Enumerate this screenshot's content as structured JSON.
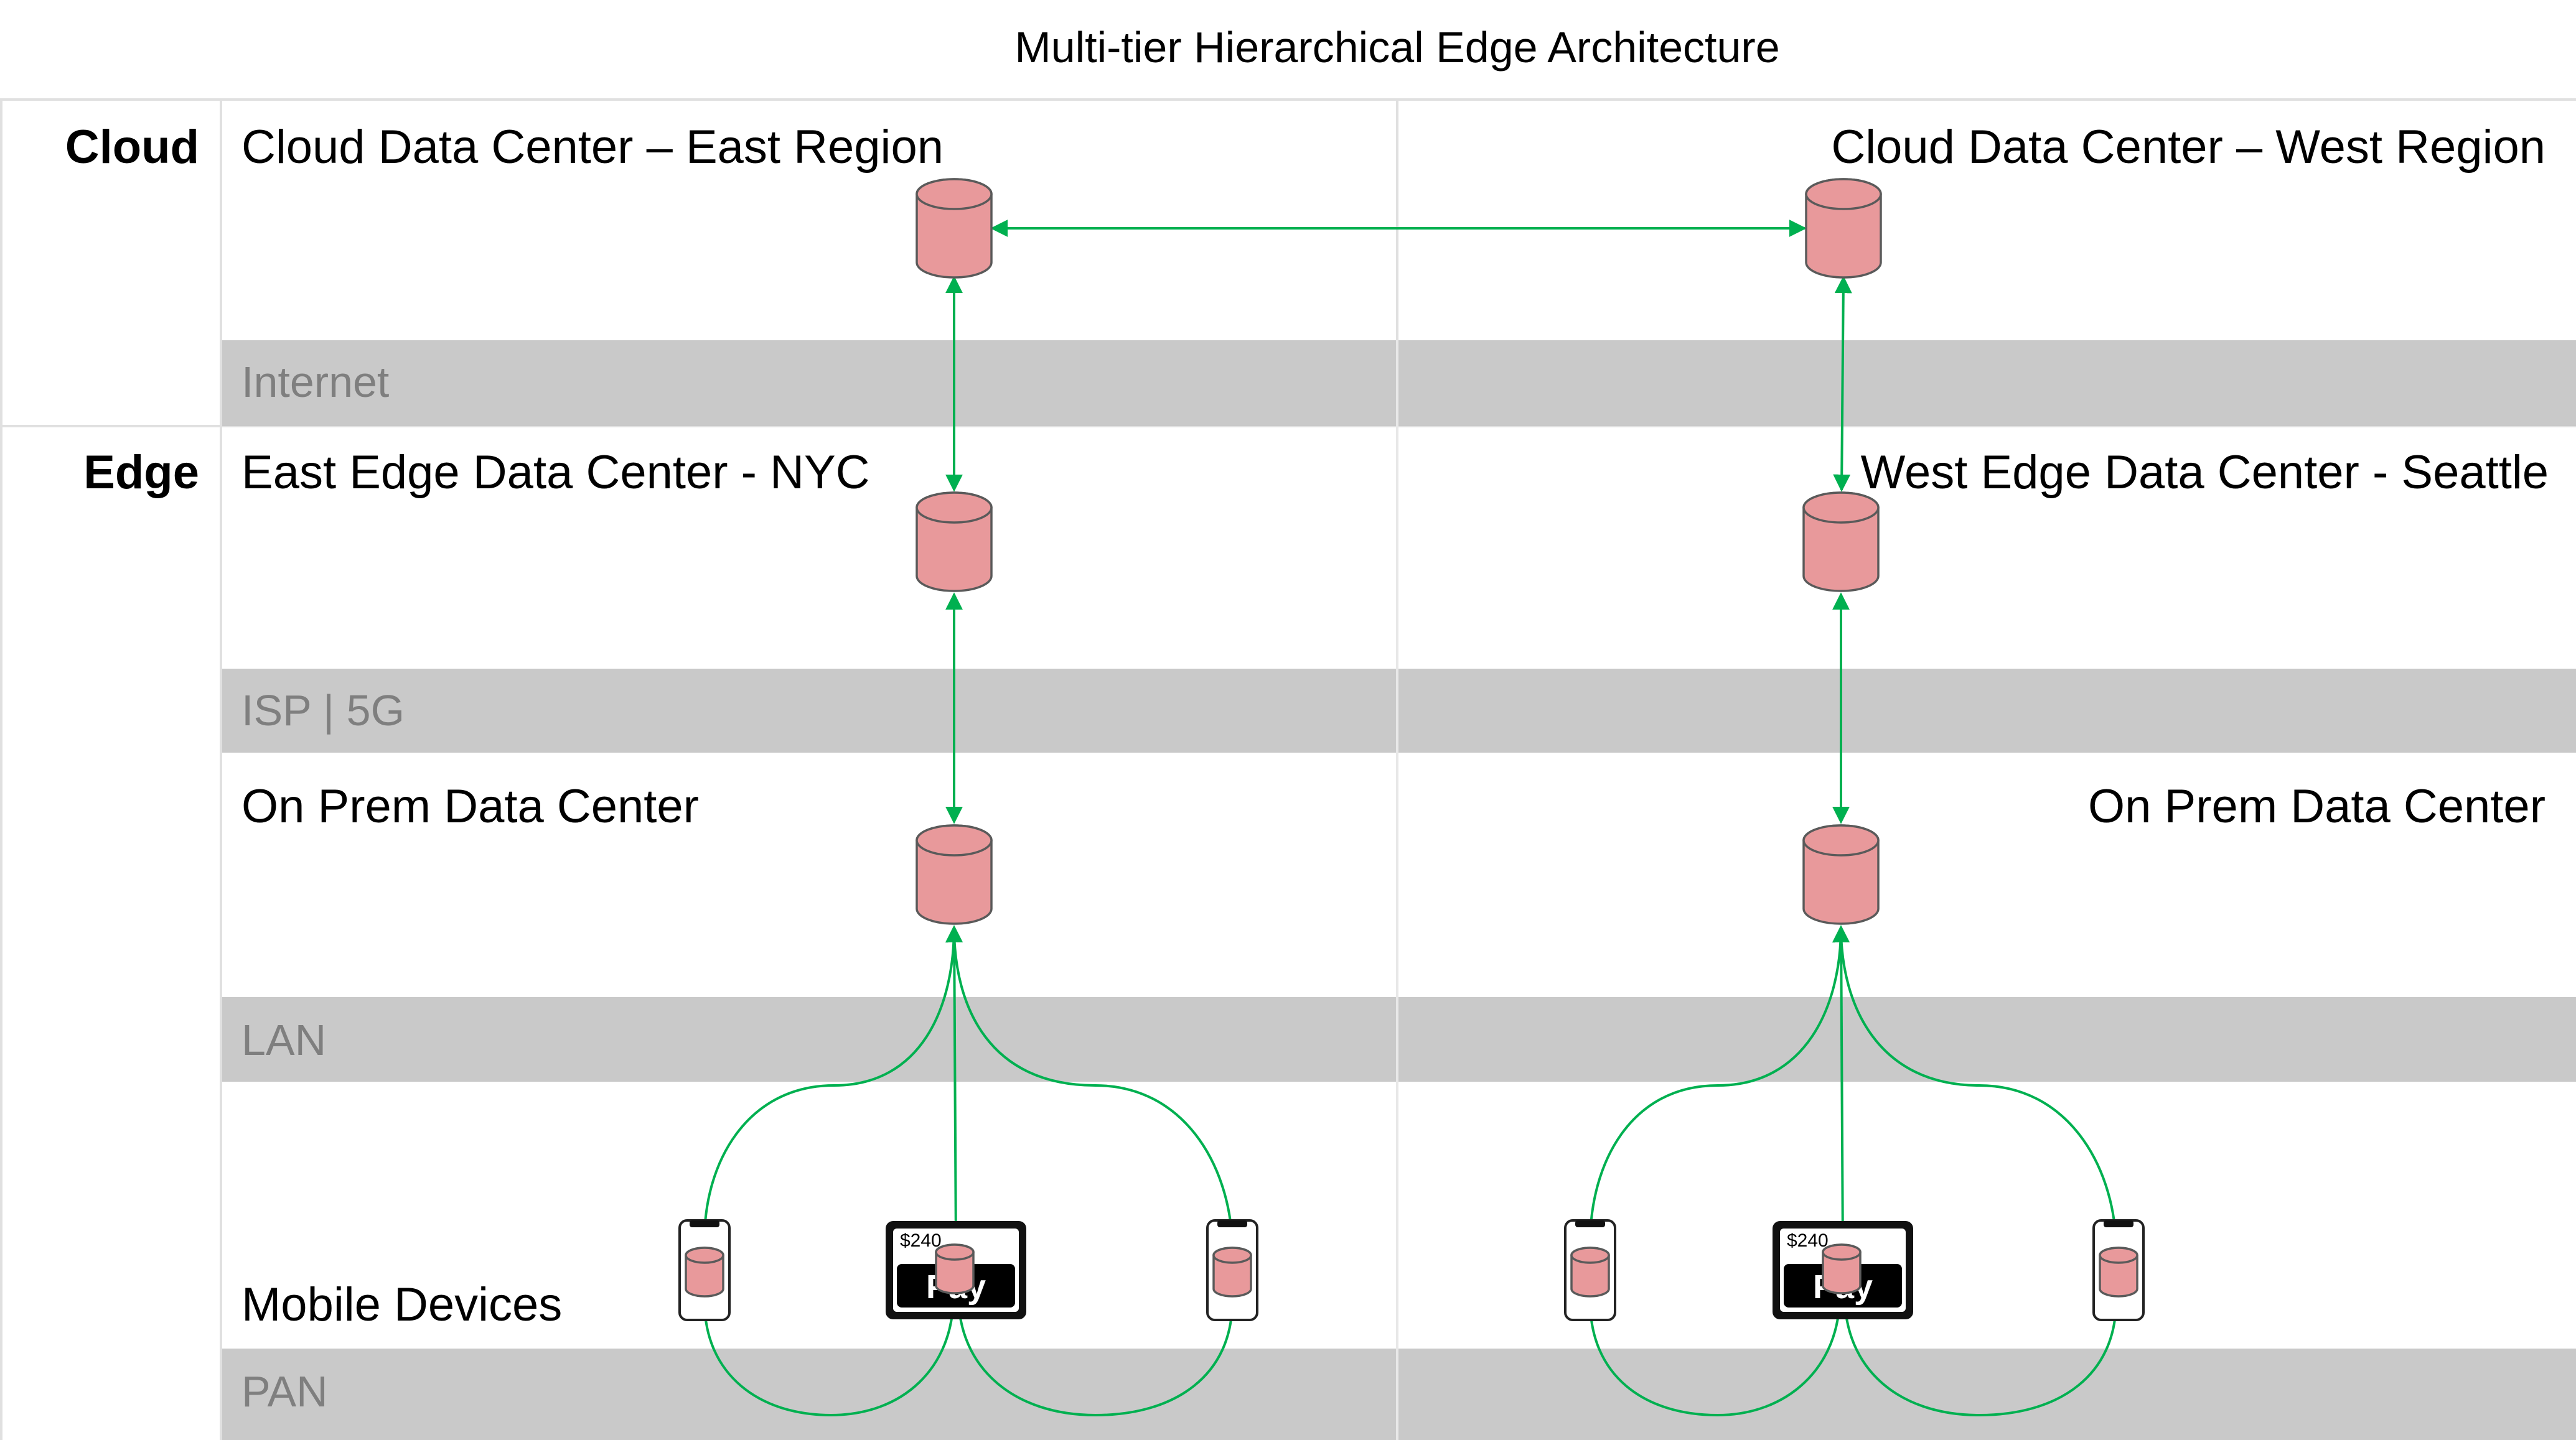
{
  "title": "Multi-tier Hierarchical Edge Architecture",
  "tiers": {
    "cloud": "Cloud",
    "edge": "Edge"
  },
  "locations": {
    "cloud_east": "Cloud Data Center – East Region",
    "cloud_west": "Cloud Data Center – West Region",
    "edge_east": "East Edge Data Center - NYC",
    "edge_west": "West Edge Data Center - Seattle",
    "onprem_east": "On Prem Data Center",
    "onprem_west": "On Prem Data Center",
    "mobile": "Mobile Devices"
  },
  "networks": {
    "internet": "Internet",
    "isp": "ISP | 5G",
    "lan": "LAN",
    "pan": "PAN"
  },
  "tablet": {
    "price": "$240",
    "button": "Pay"
  },
  "colors": {
    "database": "#e8999b",
    "connection": "#00b050",
    "band": "#c9c9c9"
  },
  "icons": [
    "database-icon",
    "smartphone-icon",
    "tablet-pos-icon"
  ]
}
